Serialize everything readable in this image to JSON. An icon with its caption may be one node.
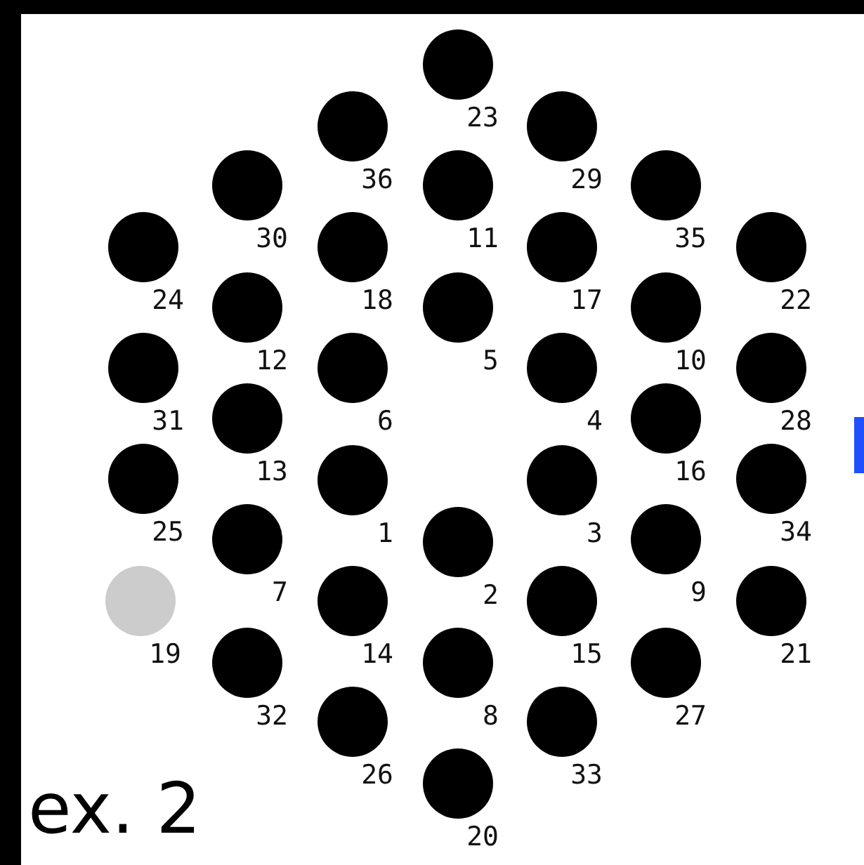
{
  "diagram": {
    "nodes": [
      {
        "text": [],
        "shape": "circle",
        "beside": [
          "23"
        ]
      },
      {
        "text": [],
        "shape": "circle",
        "beside": [
          "36"
        ]
      },
      {
        "text": [],
        "shape": "circle",
        "beside": [
          "29"
        ]
      },
      {
        "text": [],
        "shape": "circle",
        "beside": [
          "30"
        ]
      },
      {
        "text": [],
        "shape": "circle",
        "beside": [
          "11"
        ]
      },
      {
        "text": [],
        "shape": "circle",
        "beside": [
          "35"
        ]
      },
      {
        "text": [],
        "shape": "circle",
        "beside": [
          "24"
        ]
      },
      {
        "text": [],
        "shape": "circle",
        "beside": [
          "18"
        ]
      },
      {
        "text": [],
        "shape": "circle",
        "beside": [
          "17"
        ]
      },
      {
        "text": [],
        "shape": "circle",
        "beside": [
          "22"
        ]
      },
      {
        "text": [],
        "shape": "circle",
        "beside": [
          "12"
        ]
      },
      {
        "text": [],
        "shape": "circle",
        "beside": [
          "5"
        ]
      },
      {
        "text": [],
        "shape": "circle",
        "beside": [
          "10"
        ]
      },
      {
        "text": [],
        "shape": "circle",
        "beside": [
          "31"
        ]
      },
      {
        "text": [],
        "shape": "circle",
        "beside": [
          "6"
        ]
      },
      {
        "text": [],
        "shape": "circle",
        "beside": [
          "4"
        ]
      },
      {
        "text": [],
        "shape": "circle",
        "beside": [
          "28"
        ]
      },
      {
        "text": [],
        "shape": "circle",
        "beside": [
          "13"
        ]
      },
      {
        "text": [],
        "shape": "circle",
        "beside": [
          "16"
        ]
      },
      {
        "text": [],
        "shape": "circle",
        "beside": [
          "25"
        ]
      },
      {
        "text": [],
        "shape": "circle",
        "beside": [
          "1"
        ]
      },
      {
        "text": [],
        "shape": "circle",
        "beside": [
          "3"
        ]
      },
      {
        "text": [],
        "shape": "circle",
        "beside": [
          "34"
        ]
      },
      {
        "text": [],
        "shape": "circle",
        "beside": [
          "7"
        ]
      },
      {
        "text": [],
        "shape": "circle",
        "beside": [
          "2"
        ]
      },
      {
        "text": [],
        "shape": "circle",
        "beside": [
          "9"
        ]
      },
      {
        "text": [],
        "shape": "circle",
        "beside": [
          "19"
        ]
      },
      {
        "text": [],
        "shape": "circle",
        "beside": [
          "14"
        ]
      },
      {
        "text": [],
        "shape": "circle",
        "beside": [
          "15"
        ]
      },
      {
        "text": [],
        "shape": "circle",
        "beside": [
          "21"
        ]
      },
      {
        "text": [],
        "shape": "circle",
        "beside": [
          "32"
        ]
      },
      {
        "text": [],
        "shape": "circle",
        "beside": [
          "8"
        ]
      },
      {
        "text": [],
        "shape": "circle",
        "beside": [
          "27"
        ]
      },
      {
        "text": [],
        "shape": "circle",
        "beside": [
          "26"
        ]
      },
      {
        "text": [],
        "shape": "circle",
        "beside": [
          "33"
        ]
      },
      {
        "text": [],
        "shape": "circle",
        "beside": [
          "20"
        ]
      }
    ],
    "edges": [],
    "labels": [
      "ex. 2"
    ]
  }
}
